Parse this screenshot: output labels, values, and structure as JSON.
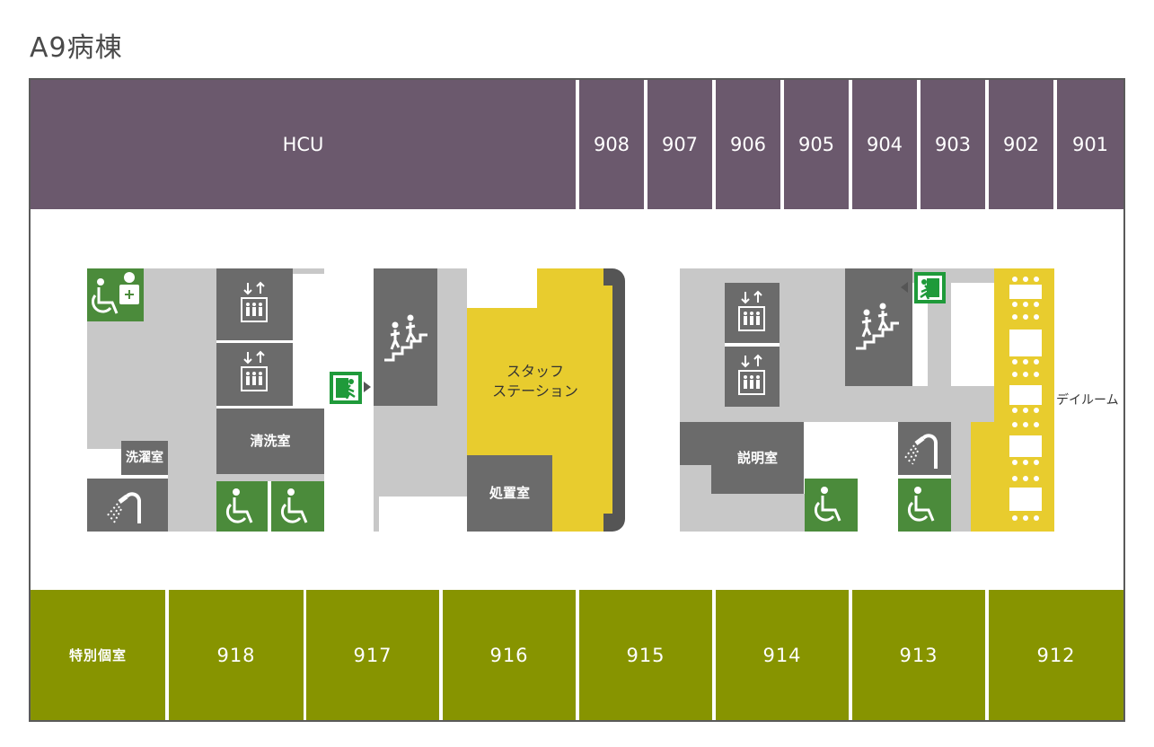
{
  "title": "A9病棟",
  "top_rooms": {
    "hcu": "HCU",
    "r908": "908",
    "r907": "907",
    "r906": "906",
    "r905": "905",
    "r904": "904",
    "r903": "903",
    "r902": "902",
    "r901": "901"
  },
  "bottom_rooms": {
    "private": "特別個室",
    "r918": "918",
    "r917": "917",
    "r916": "916",
    "r915": "915",
    "r914": "914",
    "r913": "913",
    "r912": "912"
  },
  "facilities": {
    "laundry": "洗濯室",
    "cleaning": "清洗室",
    "staff_station_line1": "スタッフ",
    "staff_station_line2": "ステーション",
    "treatment": "処置室",
    "consultation": "説明室",
    "dayroom": "デイルーム"
  },
  "colors": {
    "patient_room_top": "#6b596d",
    "patient_room_bottom": "#879400",
    "staff_area": "#e8cc2e",
    "facility": "#6b6b6b",
    "corridor": "#c8c8c8",
    "accessible": "#4b8b3b",
    "exit": "#1f9a3a"
  },
  "icons": [
    "wheelchair-icon",
    "elevator-icon",
    "stairs-icon",
    "emergency-exit-icon",
    "shower-icon",
    "table-icon"
  ]
}
